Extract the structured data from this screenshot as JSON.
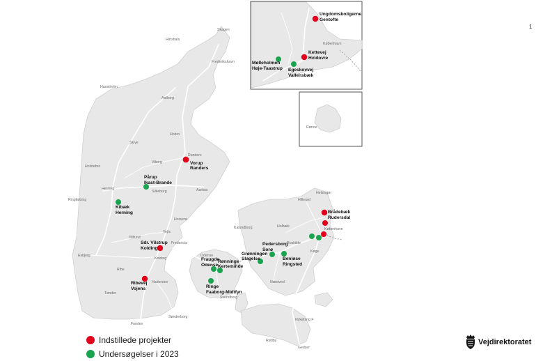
{
  "page_number": "1",
  "legend": {
    "proposed_label": "Indstillede projekter",
    "proposed_color": "#e3001b",
    "studies_label": "Undersøgelser i 2023",
    "studies_color": "#1aa450"
  },
  "brand": {
    "name": "Vejdirektoratet",
    "icon": "crown-shield-icon"
  },
  "places": {
    "skagen": "Skagen",
    "hirtshals": "Hirtshals",
    "frederikshavn": "Frederikshavn",
    "hanstholm": "Hanstholm",
    "aalborg": "Aalborg",
    "hobro": "Hobro",
    "skive": "Skive",
    "randers": "Randers",
    "holstebro": "Holstebro",
    "viborg": "Viborg",
    "herning": "Herning",
    "silkeborg": "Silkeborg",
    "aarhus": "Aarhus",
    "ringkobing": "Ringkøbing",
    "horsens": "Horsens",
    "vejle": "Vejle",
    "billund": "Billund",
    "fredericia": "Fredericia",
    "esbjerg": "Esbjerg",
    "kolding": "Kolding",
    "ribe": "Ribe",
    "haderslev": "Haderslev",
    "tonder": "Tønder",
    "sonderborg": "Sønderborg",
    "frosiev": "Frøslev",
    "odense": "Odense",
    "svendborg": "Svendborg",
    "kalundborg": "Kalundborg",
    "holbaek": "Holbæk",
    "roskilde": "Roskilde",
    "hillerod": "Hillerød",
    "helsingor": "Helsingør",
    "kobenhavn": "København",
    "koge": "Køge",
    "naestved": "Næstved",
    "nykobing": "Nykøbing F",
    "rodby": "Rødby",
    "gedser": "Gedser",
    "ronne": "Rønne",
    "kobenhavn_inset": "København"
  },
  "projects": [
    {
      "status": "proposed",
      "line1": "Vorup",
      "line2": "Randers"
    },
    {
      "status": "proposed",
      "line1": "Sdr. Vilstrup",
      "line2": "Kolding"
    },
    {
      "status": "proposed",
      "line1": "Ribevej",
      "line2": "Vojens"
    },
    {
      "status": "proposed",
      "line1": "Brådebæk",
      "line2": "Rudersdal"
    },
    {
      "status": "proposed",
      "line1": "Ungdomsboligerne",
      "line2": "Gentofte"
    },
    {
      "status": "proposed",
      "line1": "Kettevej",
      "line2": "Hvidovre"
    },
    {
      "status": "study",
      "line1": "Pårup",
      "line2": "Ikast-Brande"
    },
    {
      "status": "study",
      "line1": "Kibæk",
      "line2": "Herning"
    },
    {
      "status": "study",
      "line1": "Fraugde",
      "line2": "Odense"
    },
    {
      "status": "study",
      "line1": "Rønninge",
      "line2": "Kerteminde"
    },
    {
      "status": "study",
      "line1": "Ringe",
      "line2": "Faaborg-Midtfyn"
    },
    {
      "status": "study",
      "line1": "Grønningen",
      "line2": "Slagelse"
    },
    {
      "status": "study",
      "line1": "Pedersborg",
      "line2": "Sorø"
    },
    {
      "status": "study",
      "line1": "Benløse",
      "line2": "Ringsted"
    },
    {
      "status": "study",
      "line1": "Mølleholmen",
      "line2": "Høje-Taastrup"
    },
    {
      "status": "study",
      "line1": "Egeskovvej",
      "line2": "Vallensbæk"
    }
  ]
}
